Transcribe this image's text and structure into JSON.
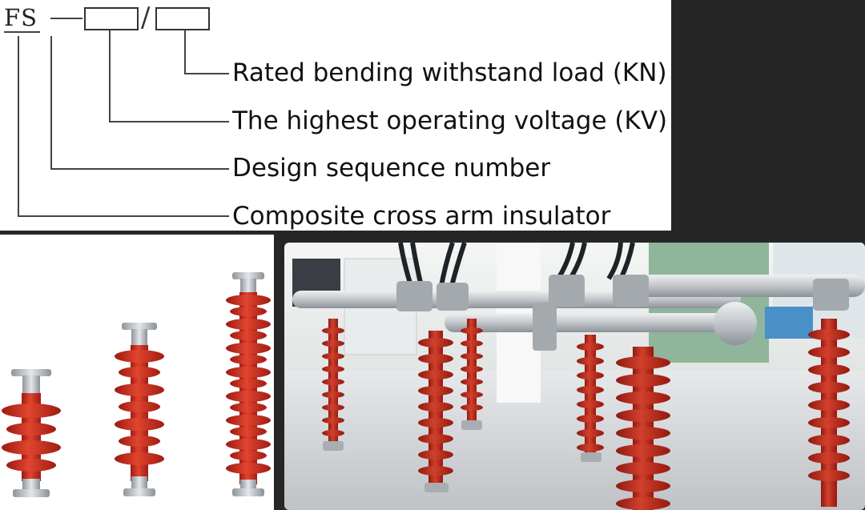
{
  "model_code": {
    "prefix": "FS",
    "separator": "/"
  },
  "labels": [
    {
      "text": "Rated bending withstand load (KN)"
    },
    {
      "text": "The highest operating voltage (KV)"
    },
    {
      "text": "Design sequence number"
    },
    {
      "text": "Composite cross arm insulator"
    }
  ],
  "colors": {
    "insulator_red": "#c0281c",
    "metal_gray": "#b8bcc0",
    "floor": "#d7d8da",
    "wall": "#eef0ee"
  }
}
